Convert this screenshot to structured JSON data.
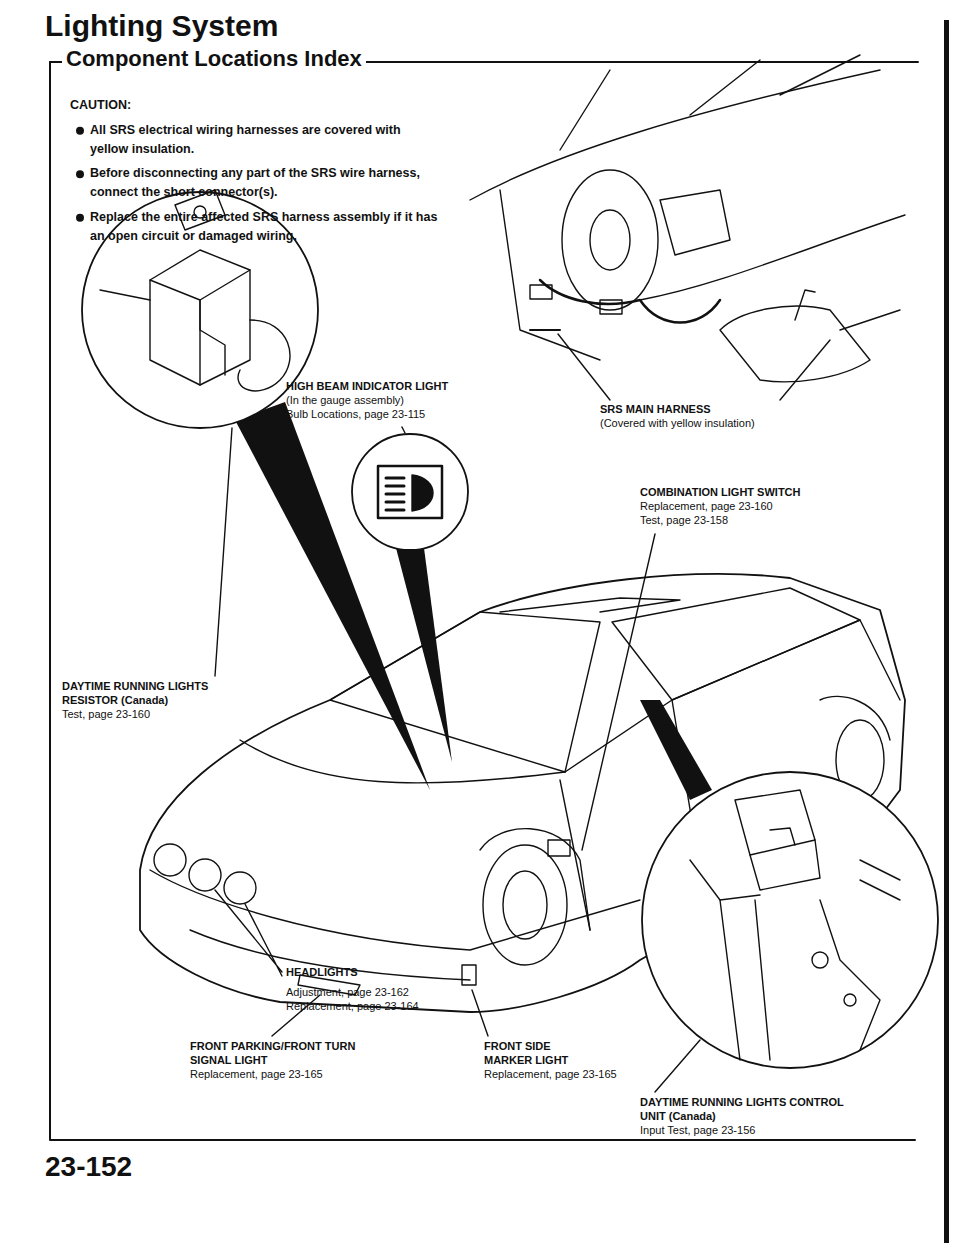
{
  "diagram": {
    "title": "Lighting System",
    "labels": [
      "Component Locations Index",
      "CAUTION:",
      "All SRS electrical wiring harnesses are covered with yellow insulation.",
      "Before disconnecting any part of the SRS wire harness, connect the short connector(s).",
      "Replace the entire affected SRS harness assembly if it has an open circuit or damaged wiring.",
      "HIGH BEAM INDICATOR LIGHT",
      "(In the gauge assembly)",
      "Bulb Locations, page 23-115",
      "SRS MAIN HARNESS",
      "(Covered with yellow insulation)",
      "COMBINATION LIGHT SWITCH",
      "Replacement, page 23-160",
      "Test, page 23-158",
      "DAYTIME RUNNING LIGHTS RESISTOR (Canada)",
      "Test, page 23-160",
      "HEADLIGHTS",
      "Adjustment, page 23-162",
      "Replacement, page 23-164",
      "FRONT PARKING/FRONT TURN SIGNAL LIGHT",
      "Replacement, page 23-165",
      "FRONT SIDE MARKER LIGHT",
      "Replacement, page 23-165",
      "DAYTIME RUNNING LIGHTS CONTROL UNIT (Canada)",
      "Input Test, page 23-156",
      "23-152"
    ]
  }
}
